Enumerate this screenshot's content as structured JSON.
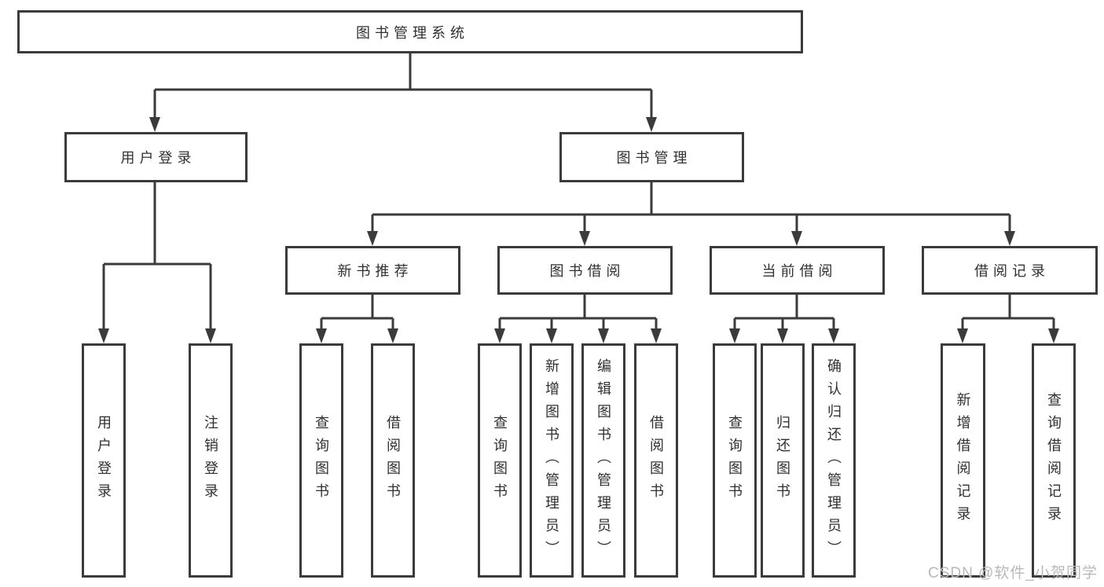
{
  "diagram": {
    "root": {
      "label": "图书管理系统"
    },
    "level2": [
      {
        "label": "用户登录"
      },
      {
        "label": "图书管理"
      }
    ],
    "level3": [
      {
        "label": "新书推荐"
      },
      {
        "label": "图书借阅"
      },
      {
        "label": "当前借阅"
      },
      {
        "label": "借阅记录"
      }
    ],
    "leaves": {
      "user_login": [
        {
          "label": "用户登录"
        },
        {
          "label": "注销登录"
        }
      ],
      "new_book_recommend": [
        {
          "label": "查询图书"
        },
        {
          "label": "借阅图书"
        }
      ],
      "book_borrow": [
        {
          "label": "查询图书"
        },
        {
          "label": "新增图书（管理员）"
        },
        {
          "label": "编辑图书（管理员）"
        },
        {
          "label": "借阅图书"
        }
      ],
      "current_borrow": [
        {
          "label": "查询图书"
        },
        {
          "label": "归还图书"
        },
        {
          "label": "确认归还（管理员）"
        }
      ],
      "borrow_records": [
        {
          "label": "新增借阅记录"
        },
        {
          "label": "查询借阅记录"
        }
      ]
    },
    "watermark": "CSDN @软件_小贺同学",
    "colors": {
      "line": "#3b3b3b",
      "text": "#303030",
      "watermark": "#b9b9b9",
      "background": "#ffffff"
    }
  }
}
